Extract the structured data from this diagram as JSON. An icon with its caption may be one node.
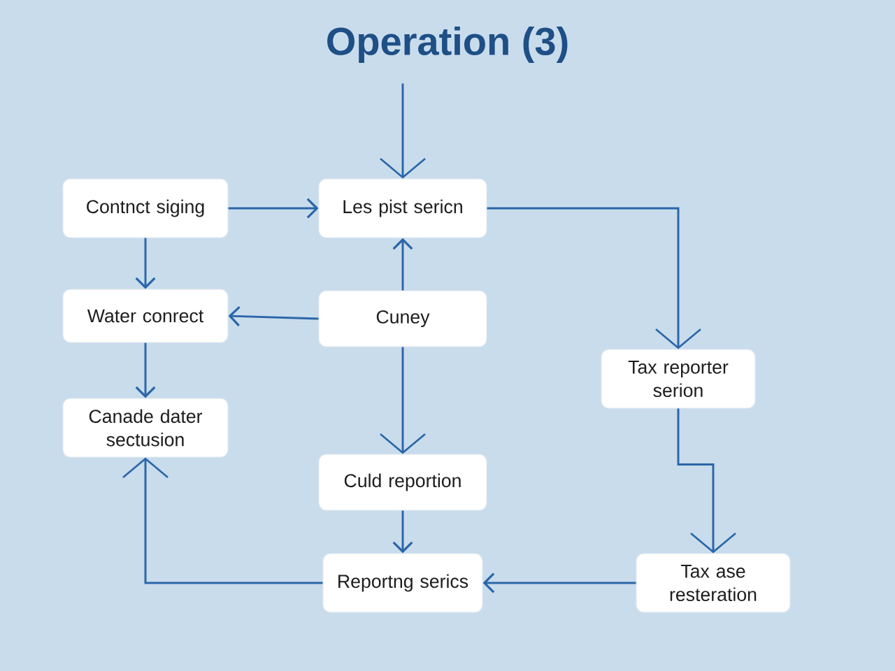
{
  "diagram": {
    "title": "Operation (3)",
    "nodes": [
      {
        "text": [
          "Contnct siging"
        ]
      },
      {
        "text": [
          "Les pist sericn"
        ]
      },
      {
        "text": [
          "Water conrect"
        ]
      },
      {
        "text": [
          "Cuney"
        ]
      },
      {
        "text": [
          "Tax reporter serion"
        ]
      },
      {
        "text": [
          "Canade dater sectusion"
        ]
      },
      {
        "text": [
          "Culd reportion"
        ]
      },
      {
        "text": [
          "Reportng serics"
        ]
      },
      {
        "text": [
          "Tax ase resteration"
        ]
      }
    ],
    "edges": [
      {
        "from": null,
        "to": 1,
        "arrow": "to"
      },
      {
        "from": 0,
        "to": 1,
        "arrow": "to"
      },
      {
        "from": 0,
        "to": 2,
        "arrow": "to"
      },
      {
        "from": 3,
        "to": 1,
        "arrow": "to"
      },
      {
        "from": 1,
        "to": 4,
        "arrow": "to"
      },
      {
        "from": 3,
        "to": 2,
        "arrow": "to"
      },
      {
        "from": 2,
        "to": 5,
        "arrow": "to"
      },
      {
        "from": 3,
        "to": 6,
        "arrow": "to"
      },
      {
        "from": 4,
        "to": 8,
        "arrow": "to"
      },
      {
        "from": 6,
        "to": 7,
        "arrow": "to"
      },
      {
        "from": 8,
        "to": 7,
        "arrow": "to"
      },
      {
        "from": 7,
        "to": 5,
        "arrow": "to"
      }
    ]
  }
}
